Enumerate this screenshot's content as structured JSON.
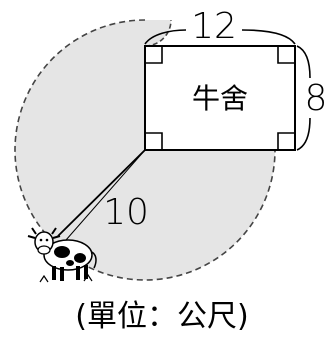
{
  "figure": {
    "barn_label": "牛舍",
    "barn_width_label": "12",
    "barn_height_label": "8",
    "rope_length_label": "10",
    "unit_caption": "(單位：公尺)"
  },
  "colors": {
    "shaded_region": "#e5e5e5",
    "stroke": "#000000",
    "dash_stroke": "#444444"
  },
  "icons": {
    "animal": "cow-icon"
  }
}
